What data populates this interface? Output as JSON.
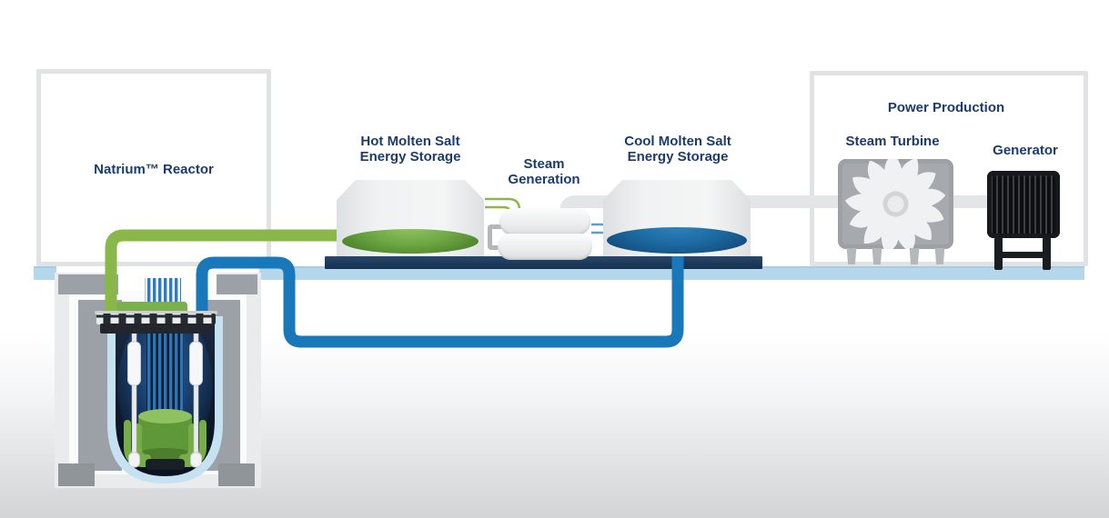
{
  "scene": {
    "reactor_box": {
      "label": "Natrium™ Reactor"
    },
    "hot_storage": {
      "line1": "Hot Molten Salt",
      "line2": "Energy Storage"
    },
    "steam_generation": {
      "line1": "Steam",
      "line2": "Generation"
    },
    "cool_storage": {
      "line1": "Cool Molten Salt",
      "line2": "Energy Storage"
    },
    "power_production": {
      "title": "Power Production",
      "steam_turbine": "Steam Turbine",
      "generator": "Generator"
    }
  },
  "colors": {
    "label_text": "#1c3c6c",
    "hot_loop_pipe": "#8ab74a",
    "cold_loop_pipe": "#1878ba",
    "hot_salt_disk": "#6fa845",
    "cool_salt_disk": "#1d6ba4",
    "equipment_platform": "#1d3a5c",
    "ground_line": "#b5d7eb",
    "pit_concrete": "#9ba1a6",
    "steam_pipe": "#e3e5e7"
  }
}
